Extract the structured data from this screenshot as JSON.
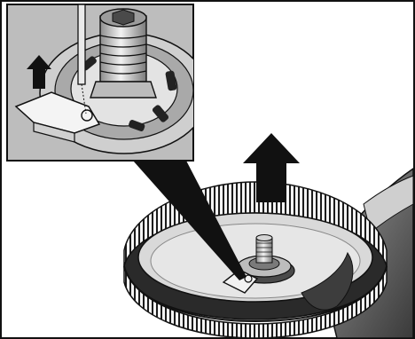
{
  "figure": {
    "main_view": "brush-guard-with-spindle",
    "inset_view": "detail-lock-clip-and-screwdriver",
    "arrows": [
      "up-arrow-large",
      "up-arrow-small"
    ],
    "colors": {
      "ink": "#111111",
      "dark_fill": "#2b2b2b",
      "mid_gray": "#9a9a9a",
      "light_gray": "#c8c8c8",
      "pale_gray": "#dcdcdc",
      "inset_bg": "#b9b9b9",
      "paper": "#ffffff"
    }
  }
}
